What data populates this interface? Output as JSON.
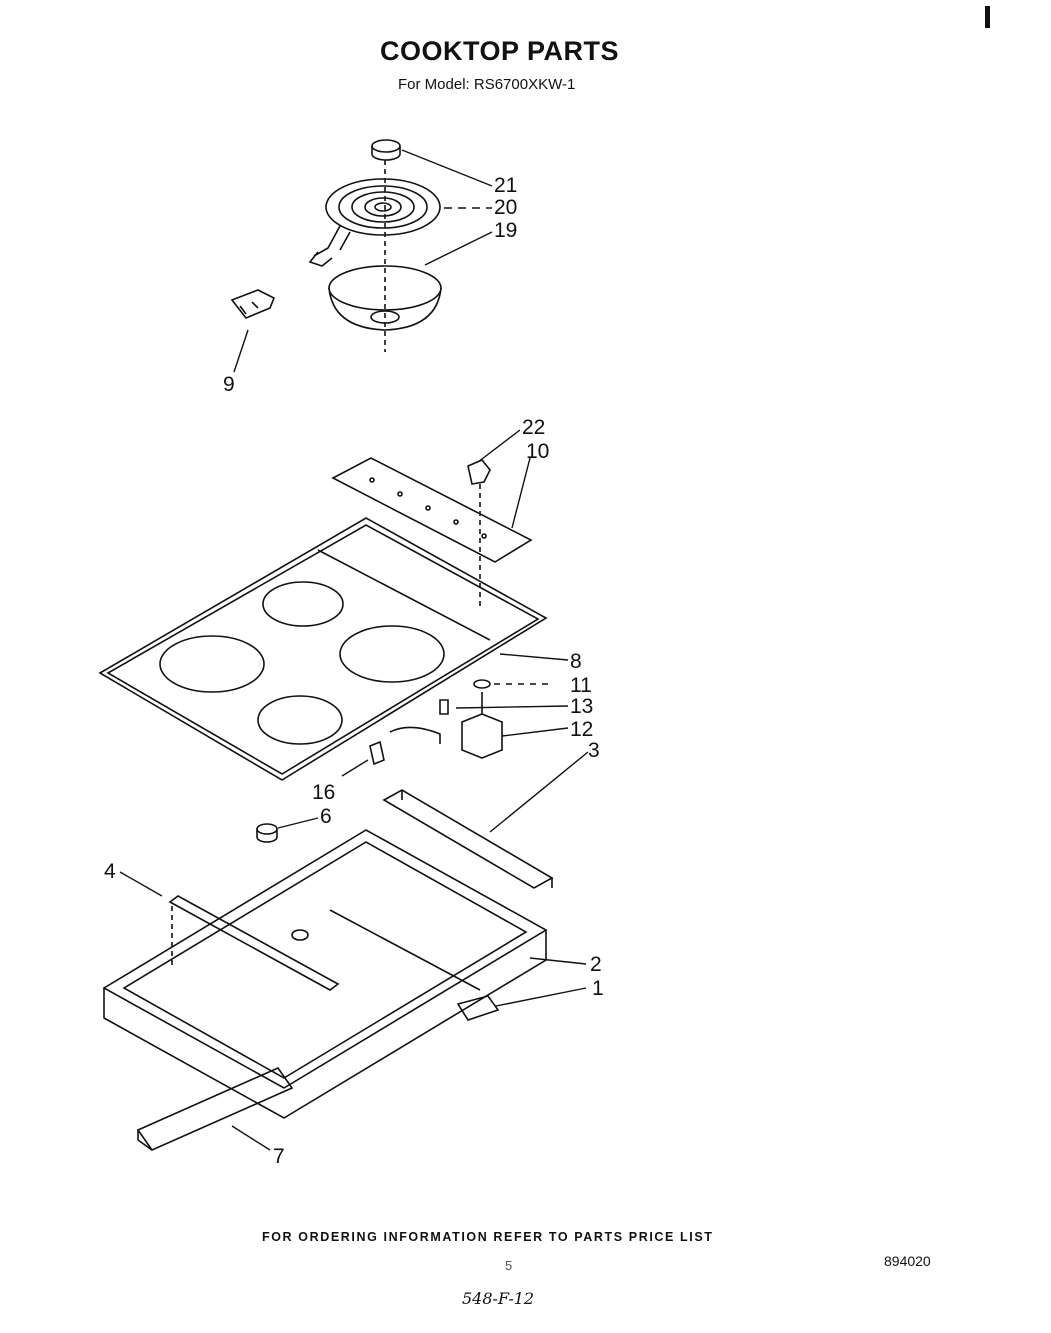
{
  "header": {
    "title": "COOKTOP PARTS",
    "subtitle": "For Model: RS6700XKW-1"
  },
  "callouts": [
    "21",
    "20",
    "19",
    "9",
    "22",
    "10",
    "8",
    "11",
    "13",
    "12",
    "3",
    "16",
    "6",
    "4",
    "2",
    "1",
    "7"
  ],
  "footer": {
    "ordering_note": "FOR ORDERING INFORMATION REFER TO PARTS PRICE LIST",
    "page_number": "5",
    "document_number": "894020",
    "handwritten_note": "548-F-12"
  }
}
